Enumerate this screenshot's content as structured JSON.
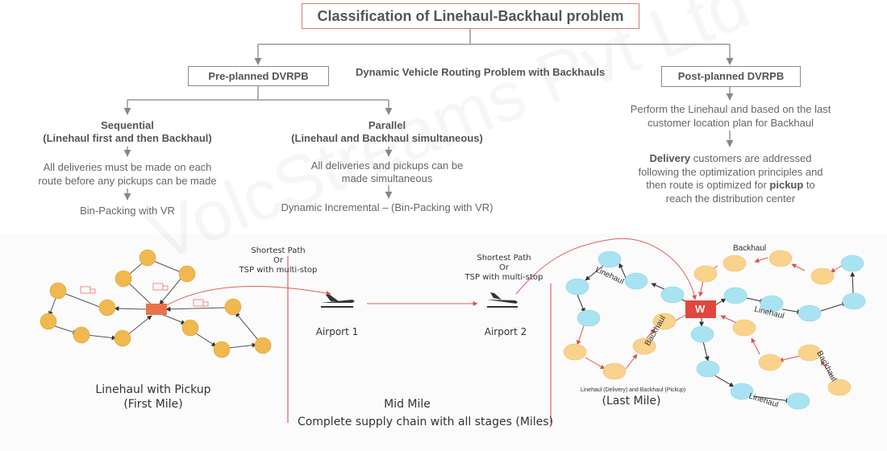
{
  "title": "Classification of Linehaul-Backhaul problem",
  "subtitle": "Dynamic Vehicle Routing Problem with Backhauls",
  "pre_planned": {
    "label": "Pre-planned DVRPB",
    "sequential": {
      "heading": "Sequential",
      "subheading": "(Linehaul first and then Backhaul)",
      "desc_line1": "All deliveries must be made on each",
      "desc_line2": "route before any pickups can be made",
      "method": "Bin-Packing with VR"
    },
    "parallel": {
      "heading": "Parallel",
      "subheading": "(Linehaul and Backhaul simultaneous)",
      "desc_line1": "All deliveries and pickups can be",
      "desc_line2": "made simultaneous",
      "method": "Dynamic Incremental – (Bin-Packing with VR)"
    }
  },
  "post_planned": {
    "label": "Post-planned DVRPB",
    "desc_line1": "Perform the Linehaul and based on the last",
    "desc_line2": "customer location plan for Backhaul",
    "bold1": "Delivery",
    "line3_rest": " customers are addressed",
    "line4": "following the optimization principles and",
    "line5_pre": "then route is optimized for ",
    "bold2": "pickup",
    "line5_post": " to",
    "line6": "reach the distribution center"
  },
  "bottom": {
    "sp1_line1": "Shortest Path",
    "sp1_line2": "Or",
    "sp1_line3": "TSP with multi-stop",
    "sp2_line1": "Shortest Path",
    "sp2_line2": "Or",
    "sp2_line3": "TSP with multi-stop",
    "airport1": "Airport 1",
    "airport2": "Airport 2",
    "first_mile_line1": "Linehaul with Pickup",
    "first_mile_line2": "(First Mile)",
    "mid_mile": "Mid Mile",
    "complete": "Complete supply chain with all  stages (Miles)",
    "last_mile_caption": "Linehaul (Delivery) and Backhaul (Pickup)",
    "last_mile": "(Last Mile)",
    "warehouse": "W",
    "route_labels": {
      "backhaul_top": "Backhaul",
      "linehaul_left": "Linehaul",
      "linehaul_mid": "Linehaul",
      "backhaul_left": "Backhaul",
      "backhaul_right": "Backhaul",
      "linehaul_bottom": "Linehaul"
    }
  },
  "watermark": "VolcStreams Pvt Ltd",
  "colors": {
    "title_border": "#d97a7a",
    "linehaul_node": "#a9e3f1",
    "backhaul_node": "#f9d28c",
    "first_mile_node": "#f0b84f",
    "warehouse": "#e0473e",
    "route_red": "#e05050"
  }
}
